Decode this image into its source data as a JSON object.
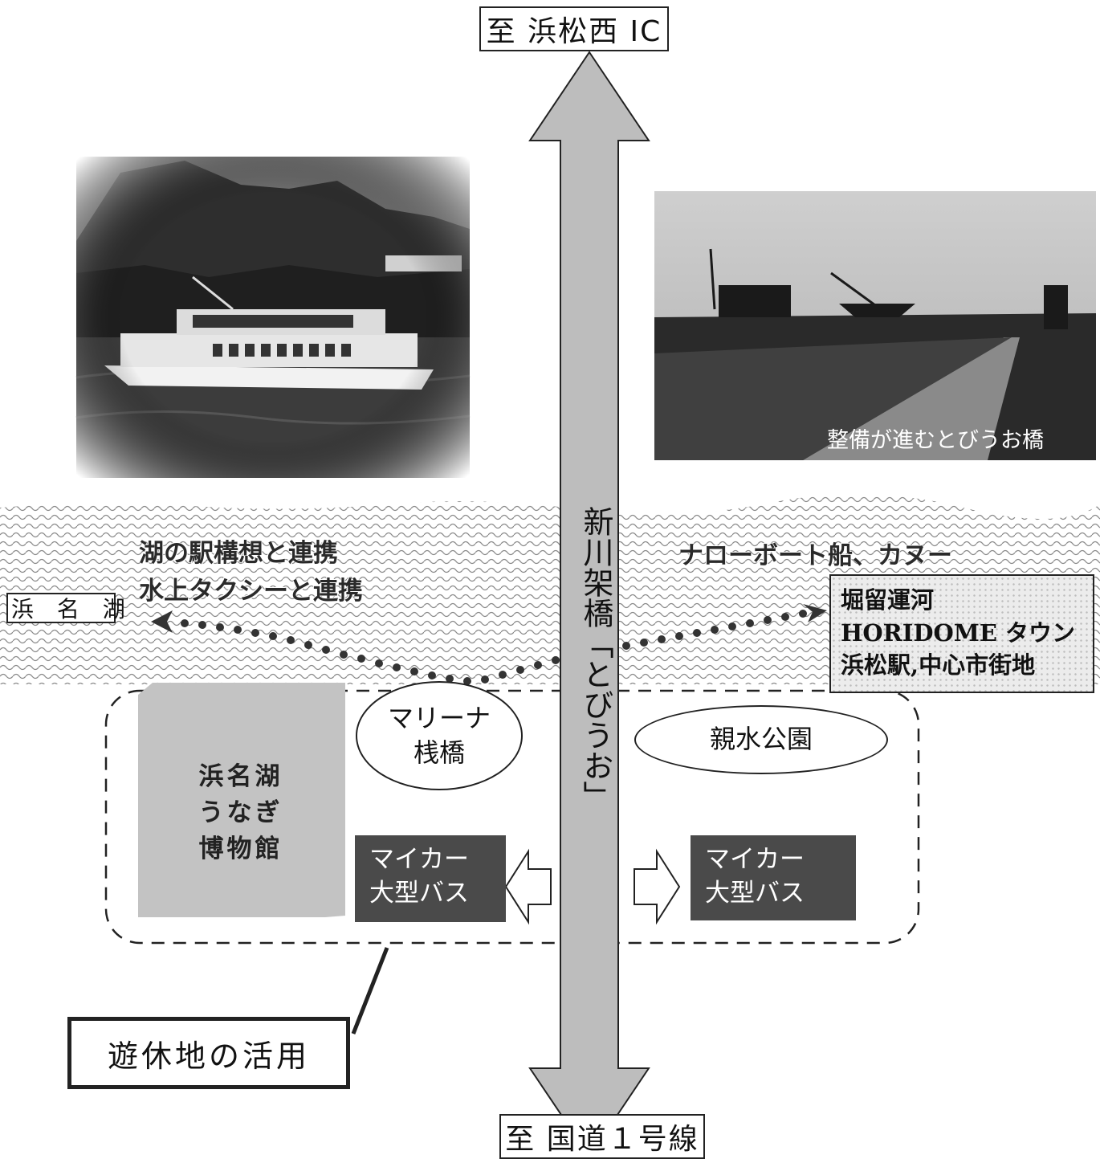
{
  "top_destination": "至 浜松西 IC",
  "bottom_destination": "至 国道１号線",
  "bridge_label": "新川架橋「とびうお」",
  "lake_label": "浜 名 湖",
  "lake_captions": [
    "湖の駅構想と連携",
    "水上タクシーと連携"
  ],
  "canal_caption": "ナローボート船、カヌー",
  "destination_box": [
    "堀留運河",
    "HORIDOME タウン",
    "浜松駅,中心市街地"
  ],
  "photo_caption": "整備が進むとびうお橋",
  "marina": "マリーナ\n桟橋",
  "park": "親水公園",
  "museum": "浜名湖\nうなぎ\n博物館",
  "parking_left": "マイカー\n大型バス",
  "parking_right": "マイカー\n大型バス",
  "vacant_land": "遊休地の活用"
}
